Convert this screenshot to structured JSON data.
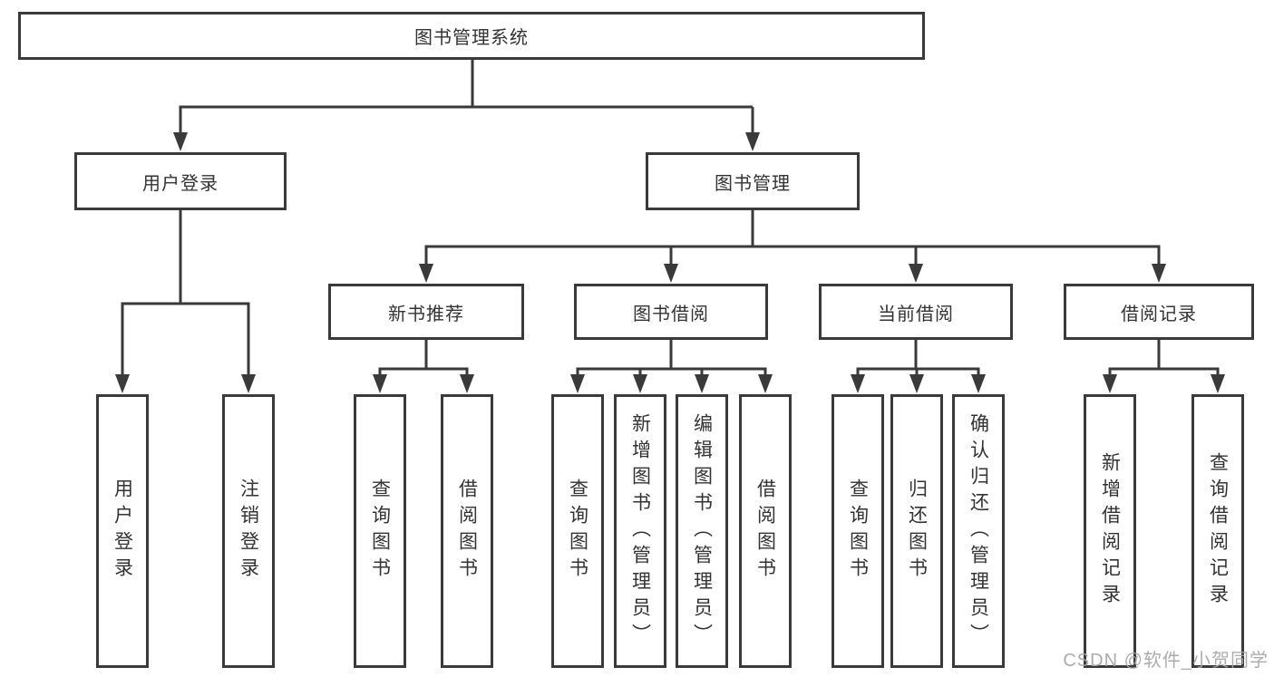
{
  "tree": {
    "root": {
      "label": "图书管理系统"
    },
    "branches": [
      {
        "label": "用户登录",
        "children": [
          {
            "label": "用户登录"
          },
          {
            "label": "注销登录"
          }
        ]
      },
      {
        "label": "图书管理",
        "children": [
          {
            "label": "新书推荐",
            "children": [
              {
                "label": "查询图书"
              },
              {
                "label": "借阅图书"
              }
            ]
          },
          {
            "label": "图书借阅",
            "children": [
              {
                "label": "查询图书"
              },
              {
                "label": "新增图书（管理员）"
              },
              {
                "label": "编辑图书（管理员）"
              },
              {
                "label": "借阅图书"
              }
            ]
          },
          {
            "label": "当前借阅",
            "children": [
              {
                "label": "查询图书"
              },
              {
                "label": "归还图书"
              },
              {
                "label": "确认归还（管理员）"
              }
            ]
          },
          {
            "label": "借阅记录",
            "children": [
              {
                "label": "新增借阅记录"
              },
              {
                "label": "查询借阅记录"
              }
            ]
          }
        ]
      }
    ]
  },
  "watermark": "CSDN @软件_小贺同学",
  "colors": {
    "line": "#3a3a3a",
    "text": "#333333",
    "background": "#ffffff",
    "watermark": "#a6a6a6"
  }
}
